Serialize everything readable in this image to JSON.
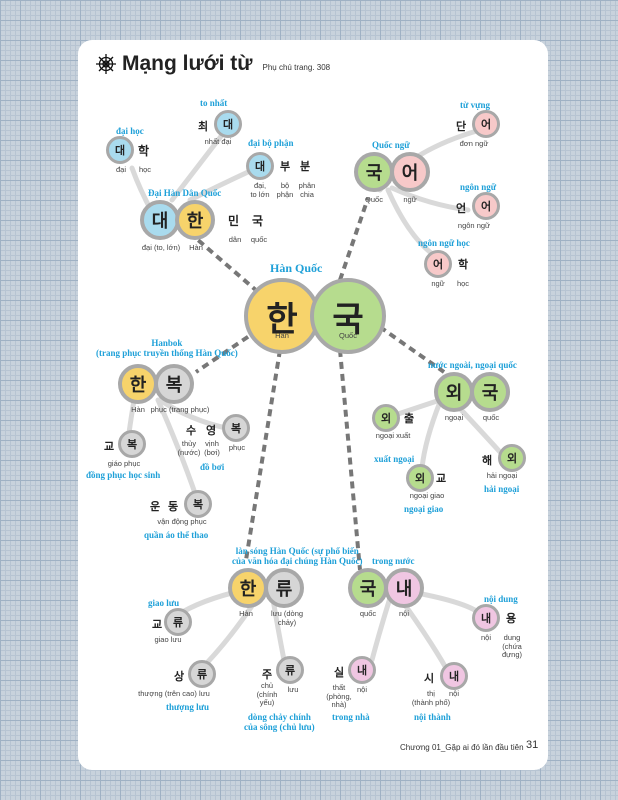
{
  "header": {
    "title": "Mạng lưới từ",
    "note": "Phụ chú trang. 308"
  },
  "center": {
    "label": "Hàn Quốc",
    "left": {
      "char": "한",
      "cap": "Hàn"
    },
    "right": {
      "char": "국",
      "cap": "Quốc"
    }
  },
  "dai_han": {
    "label": "Đại Hàn Dân Quốc",
    "c1": "대",
    "c2": "한",
    "c3": "민",
    "c4": "국",
    "cap": "đại (to, lớn)",
    "cap2": "Hàn",
    "cap3": "dân",
    "cap4": "quốc",
    "dai_hoc": {
      "label": "đại học",
      "c1": "대",
      "c2": "학",
      "cap1": "đại",
      "cap2": "học"
    },
    "to_nhat": {
      "label": "to nhất",
      "c1": "최",
      "c2": "대",
      "cap": "nhất  đại"
    },
    "dai_bo_phan": {
      "label": "đại bộ phận",
      "c1": "대",
      "c2": "부",
      "c3": "분",
      "cap1": "đại,\nto lớn",
      "cap2": "bộ\nphận",
      "cap3": "phân\nchia"
    }
  },
  "quoc_ngu": {
    "label": "Quốc ngữ",
    "c1": "국",
    "c2": "어",
    "cap1": "Quốc",
    "cap2": "ngữ",
    "tu_vung": {
      "label": "từ vựng",
      "c1": "단",
      "c2": "어",
      "cap": "đơn    ngữ"
    },
    "ngon_ngu": {
      "label": "ngôn ngữ",
      "c1": "언",
      "c2": "어",
      "cap": "ngôn  ngữ"
    },
    "ngon_ngu_hoc": {
      "label": "ngôn ngữ học",
      "c1": "어",
      "c2": "학",
      "cap1": "ngữ",
      "cap2": "học"
    }
  },
  "hanbok": {
    "label": "Hanbok\n(trang phục truyền thống Hàn Quốc)",
    "c1": "한",
    "c2": "복",
    "cap1": "Hàn",
    "cap2": "phục (trang phục)",
    "dong_phuc": {
      "label": "đồng phục học sinh",
      "c1": "교",
      "c2": "복",
      "cap": "giáo  phục"
    },
    "do_boi": {
      "label": "đồ bơi",
      "c1": "수",
      "c2": "영",
      "c3": "복",
      "cap1": "thủy\n(nước)",
      "cap2": "vịnh\n(bơi)",
      "cap3": "phục"
    },
    "the_thao": {
      "label": "quần áo thể thao",
      "c1": "운",
      "c2": "동",
      "c3": "복",
      "cap": "vận động  phục"
    }
  },
  "ngoai_quoc": {
    "label": "nước ngoài, ngoại quốc",
    "c1": "외",
    "c2": "국",
    "cap1": "ngoại",
    "cap2": "quốc",
    "xuat_ngoai": {
      "label": "xuất ngoại",
      "c1": "외",
      "c2": "출",
      "cap": "ngoại  xuất"
    },
    "ngoai_giao": {
      "label": "ngoại giao",
      "c1": "외",
      "c2": "교",
      "cap": "ngoại  giao"
    },
    "hai_ngoai": {
      "label": "hải ngoại",
      "c1": "해",
      "c2": "외",
      "cap": "hải    ngoại"
    }
  },
  "han_ryu": {
    "label": "làn sóng Hàn Quốc (sự phổ biến\ncủa văn hóa đại chúng Hàn Quốc)",
    "c1": "한",
    "c2": "류",
    "cap1": "Hàn",
    "cap2": "lưu (dòng\nchảy)",
    "giao_luu": {
      "label": "giao lưu",
      "c1": "교",
      "c2": "류",
      "cap": "giao    lưu"
    },
    "thuong_luu": {
      "label": "thượng lưu",
      "c1": "상",
      "c2": "류",
      "cap": "thượng (trên cao)   lưu"
    },
    "chu_luu": {
      "label": "dòng chảy chính\ncủa sông (chủ lưu)",
      "c1": "주",
      "c2": "류",
      "cap1": "chủ\n(chính\nyếu)",
      "cap2": "lưu"
    }
  },
  "trong_nuoc": {
    "label": "trong nước",
    "c1": "국",
    "c2": "내",
    "cap1": "quốc",
    "cap2": "nội",
    "noi_dung": {
      "label": "nội dung",
      "c1": "내",
      "c2": "용",
      "cap1": "nội",
      "cap2": "dung\n(chứa\nđựng)"
    },
    "trong_nha": {
      "label": "trong nhà",
      "c1": "실",
      "c2": "내",
      "cap1": "thất\n(phòng,\nnhà)",
      "cap2": "nội"
    },
    "noi_thanh": {
      "label": "nội thành",
      "c1": "시",
      "c2": "내",
      "cap1": "thị\n(thành phố)",
      "cap2": "nội"
    }
  },
  "footer": {
    "chapter": "Chương 01_Gặp ai đó lần đầu tiên",
    "page": "31"
  }
}
